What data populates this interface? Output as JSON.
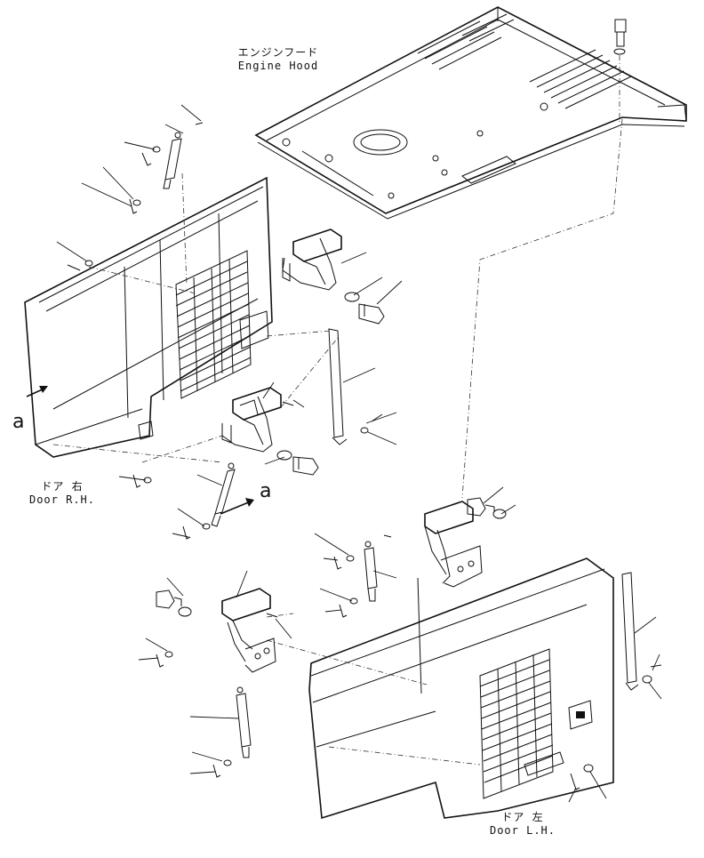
{
  "labels": {
    "engine_hood": {
      "jp": "エンジンフード",
      "en": "Engine Hood"
    },
    "door_rh": {
      "jp": "ドア 右",
      "en": "Door R.H."
    },
    "door_lh": {
      "jp": "ドア 左",
      "en": "Door L.H."
    }
  },
  "callouts": {
    "a_left": "a",
    "a_right": "a"
  }
}
